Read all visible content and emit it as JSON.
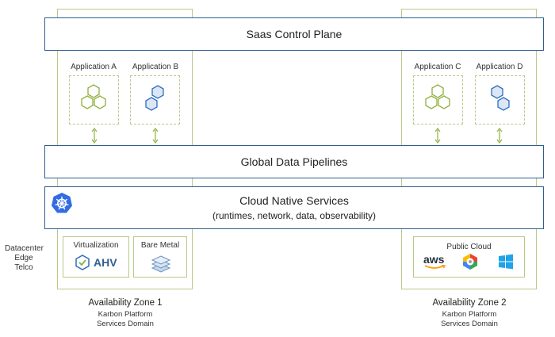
{
  "control_plane": {
    "title": "Saas Control Plane"
  },
  "pipelines": {
    "title": "Global Data Pipelines"
  },
  "cloud_native": {
    "title": "Cloud Native Services",
    "subtitle": "(runtimes, network, data, observability)",
    "icon": "kubernetes-icon"
  },
  "applications": [
    {
      "label": "Application A",
      "icon": "hexagon-cluster-green-icon"
    },
    {
      "label": "Application B",
      "icon": "hexagon-pair-blue-icon"
    },
    {
      "label": "Application C",
      "icon": "hexagon-cluster-green-icon"
    },
    {
      "label": "Application D",
      "icon": "hexagon-pair-blue-icon"
    }
  ],
  "edge_label": {
    "lines": [
      "Datacenter",
      "Edge",
      "Telco"
    ]
  },
  "infra": {
    "virtualization": {
      "label": "Virtualization",
      "product": "AHV"
    },
    "bare_metal": {
      "label": "Bare Metal"
    },
    "public_cloud": {
      "label": "Public Cloud",
      "providers": [
        "aws",
        "gcp",
        "azure"
      ]
    }
  },
  "zones": [
    {
      "title": "Availability Zone 1",
      "line1": "Karbon Platform",
      "line2": "Services Domain"
    },
    {
      "title": "Availability Zone 2",
      "line1": "Karbon Platform",
      "line2": "Services Domain"
    }
  ],
  "colors": {
    "green": "#8fb03c",
    "blue": "#2f6fbf",
    "border_blue": "#2f5f8f",
    "zone_border": "#b9c98a"
  }
}
